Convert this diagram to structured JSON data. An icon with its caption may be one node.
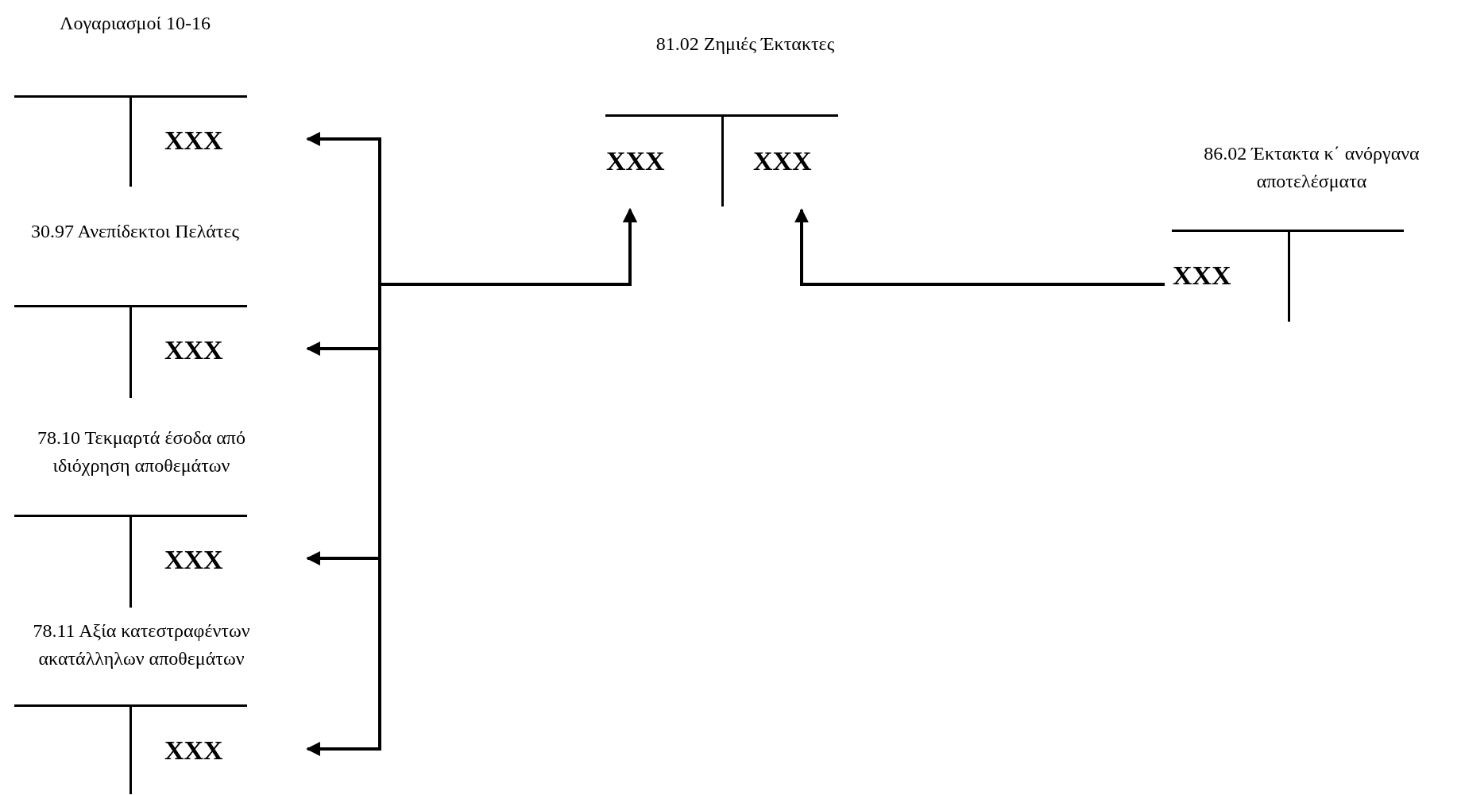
{
  "diagram": {
    "nodes": [
      {
        "text": [
          "Λογαριασμοί 10-16",
          "XXX"
        ]
      },
      {
        "text": [
          "30.97 Ανεπίδεκτοι Πελάτες",
          "XXX"
        ]
      },
      {
        "text": [
          "78.10 Τεκμαρτά έσοδα από ιδιόχρηση αποθεμάτων",
          "XXX"
        ]
      },
      {
        "text": [
          "78.11 Αξία κατεστραφέντων ακατάλληλων αποθεμάτων",
          "XXX"
        ]
      },
      {
        "text": [
          "81.02 Ζημιές Έκτακτες",
          "XXX",
          "XXX"
        ]
      },
      {
        "text": [
          "86.02 Έκτακτα κ΄ ανόργανα αποτελέσματα",
          "XXX"
        ]
      }
    ],
    "edges": [
      {
        "from": 4,
        "to": 0,
        "arrow": "both"
      },
      {
        "from": 4,
        "to": 1,
        "arrow": "both"
      },
      {
        "from": 4,
        "to": 2,
        "arrow": "both"
      },
      {
        "from": 4,
        "to": 3,
        "arrow": "both"
      },
      {
        "from": 5,
        "to": 4,
        "arrow": "to"
      }
    ]
  }
}
